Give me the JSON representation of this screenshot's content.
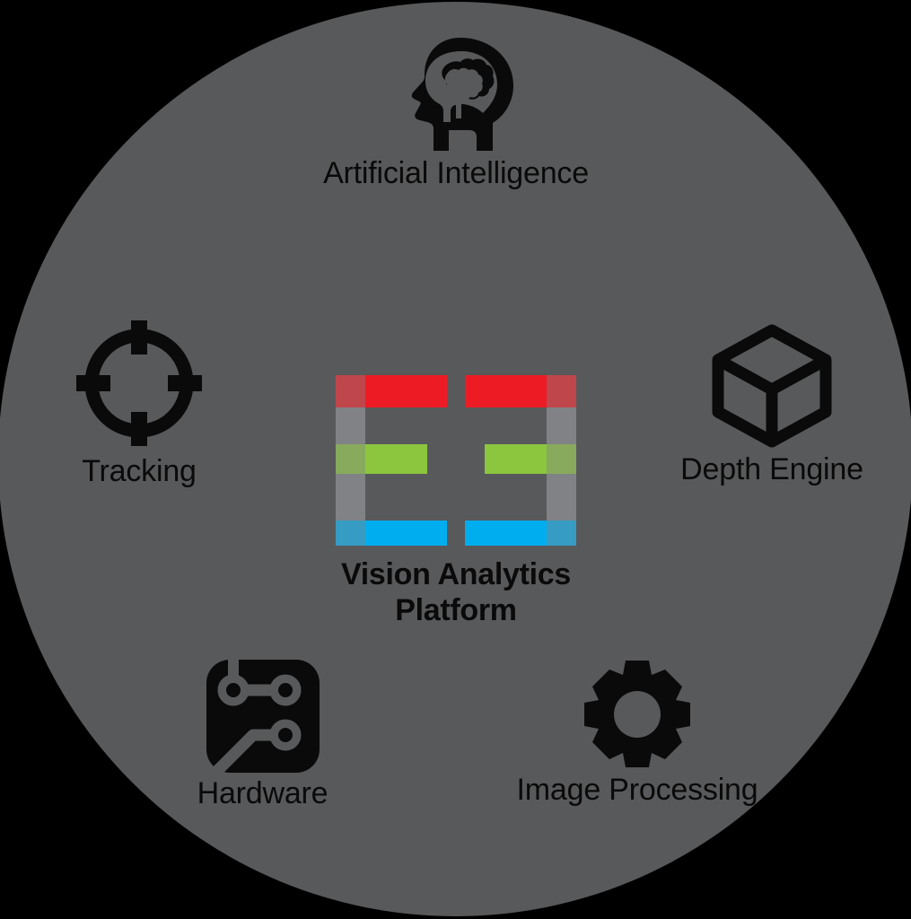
{
  "diagram": {
    "type": "hub-and-spoke",
    "background_color": "#000000",
    "hub_color": "#58595b",
    "label_color": "#0a0a0a"
  },
  "center": {
    "name": "Vision Analytics Platform",
    "title_line_1": "Vision Analytics",
    "title_line_2": "Platform",
    "logo_icon": "vision-analytics-bracket-logo",
    "logo_colors": {
      "red": "#ed1c24",
      "green": "#8cc63f",
      "blue": "#00aeef",
      "gray": "#808285"
    }
  },
  "nodes": [
    {
      "id": "artificial-intelligence",
      "label": "Artificial Intelligence",
      "icon": "head-brain-icon",
      "position": "top"
    },
    {
      "id": "tracking",
      "label": "Tracking",
      "icon": "crosshair-target-icon",
      "position": "left"
    },
    {
      "id": "depth-engine",
      "label": "Depth Engine",
      "icon": "cube-3d-icon",
      "position": "right"
    },
    {
      "id": "hardware",
      "label": "Hardware",
      "icon": "circuit-chip-icon",
      "position": "bottom-left"
    },
    {
      "id": "image-processing",
      "label": "Image Processing",
      "icon": "gear-icon",
      "position": "bottom-right"
    }
  ]
}
